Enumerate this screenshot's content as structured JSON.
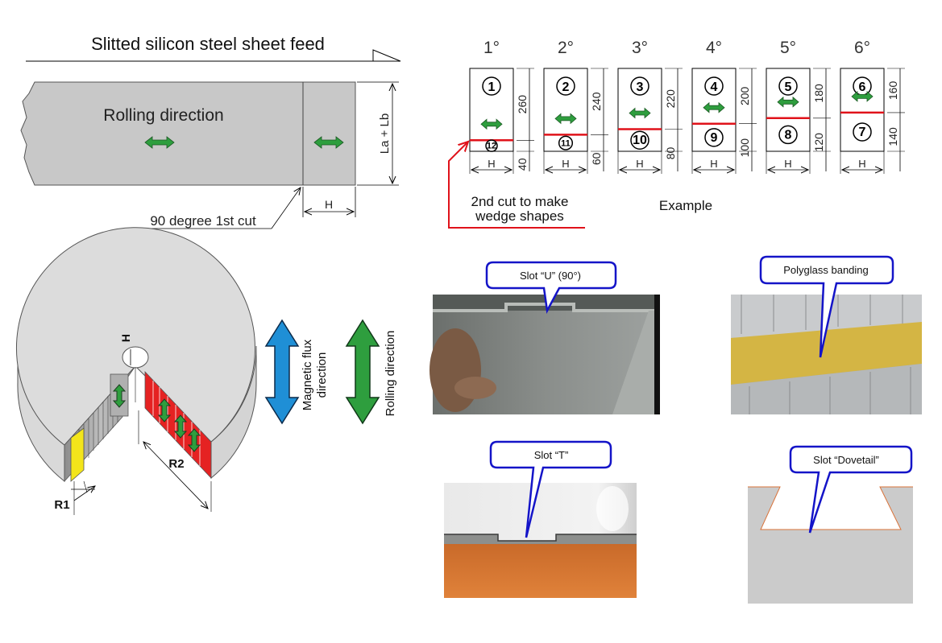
{
  "colors": {
    "steel": "#c8c8c8",
    "steel_light": "#d9d9d9",
    "arrow_green": "#2e9e3e",
    "arrow_blue": "#1f8fd6",
    "cut_red": "#e0121a",
    "callout_blue": "#1414c8",
    "lamination_red": "#e52222",
    "marker_yellow": "#f3e51b",
    "orange_table": "#d8742a",
    "banding_yellow": "#d4b544"
  },
  "sheet_feed": {
    "title": "Slitted silicon steel sheet feed",
    "rolling_label": "Rolling direction",
    "width_label": "La + Lb",
    "h_label": "H",
    "cut_label": "90 degree 1st cut"
  },
  "pieces": {
    "headers": [
      "1°",
      "2°",
      "3°",
      "4°",
      "5°",
      "6°"
    ],
    "top_numbers": [
      "1",
      "2",
      "3",
      "4",
      "5",
      "6"
    ],
    "bottom_numbers": [
      "12",
      "11",
      "10",
      "9",
      "8",
      "7"
    ],
    "top_dims": [
      "260",
      "240",
      "220",
      "200",
      "180",
      "160"
    ],
    "bottom_dims": [
      "40",
      "60",
      "80",
      "100",
      "120",
      "140"
    ],
    "split_fraction": [
      0.867,
      0.8,
      0.733,
      0.667,
      0.6,
      0.533
    ],
    "h_label": "H",
    "note_line1": "2nd cut to make",
    "note_line2": "wedge shapes",
    "example_label": "Example"
  },
  "core": {
    "h_label": "H",
    "r1_label": "R1",
    "r2_label": "R2",
    "flux_label_line1": "Magnetic flux",
    "flux_label_line2": "direction",
    "rolling_label": "Rolling direction"
  },
  "photos": {
    "slot_u": "Slot “U” (90°)",
    "polyglass": "Polyglass banding",
    "slot_t": "Slot “T”",
    "slot_dovetail": "Slot “Dovetail”"
  }
}
